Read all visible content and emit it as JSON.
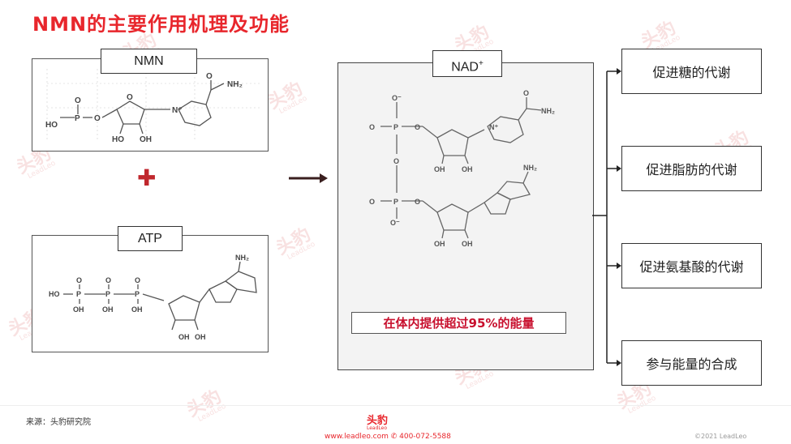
{
  "title": "NMN的主要作用机理及功能",
  "inputs": {
    "nmn_label": "NMN",
    "atp_label": "ATP",
    "plus_symbol": "✚"
  },
  "product": {
    "nad_label": "NAD",
    "nad_sup": "+",
    "energy_text": "在体内提供超过95%的能量"
  },
  "functions": [
    {
      "label": "促进糖的代谢"
    },
    {
      "label": "促进脂肪的代谢"
    },
    {
      "label": "促进氨基酸的代谢"
    },
    {
      "label": "参与能量的合成"
    }
  ],
  "structures": {
    "nh2": "NH₂",
    "ho": "HO",
    "oh": "OH",
    "o": "O",
    "p": "P",
    "n": "N",
    "n_plus": "N⁺",
    "o_minus": "O⁻"
  },
  "watermark": {
    "brand": "头豹",
    "sub": "LeadLeo"
  },
  "footer": {
    "source": "来源：头豹研究院",
    "logo_text": "头豹",
    "logo_sub": "LeadLeo",
    "contact": "www.leadleo.com ✆ 400-072-5588",
    "copyright": "©2021 LeadLeo"
  },
  "colors": {
    "accent": "#e8262c",
    "plus": "#c0272d",
    "arrow": "#3a1f1f",
    "energy": "#c8102e"
  }
}
